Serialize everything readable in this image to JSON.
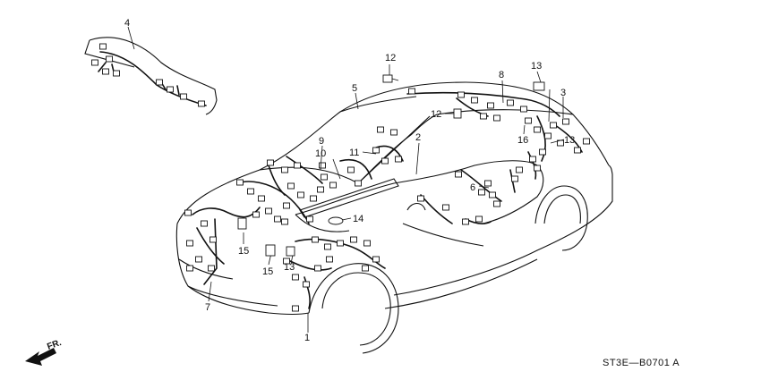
{
  "diagram": {
    "code": "ST3E—B0701 A",
    "direction": "FR.",
    "callouts": [
      {
        "id": "c1",
        "label": "1"
      },
      {
        "id": "c2",
        "label": "2"
      },
      {
        "id": "c3",
        "label": "3"
      },
      {
        "id": "c4",
        "label": "4"
      },
      {
        "id": "c5",
        "label": "5"
      },
      {
        "id": "c6",
        "label": "6"
      },
      {
        "id": "c7",
        "label": "7"
      },
      {
        "id": "c8",
        "label": "8"
      },
      {
        "id": "c9",
        "label": "9"
      },
      {
        "id": "c10",
        "label": "10"
      },
      {
        "id": "c11",
        "label": "11"
      },
      {
        "id": "c12a",
        "label": "12"
      },
      {
        "id": "c12b",
        "label": "12"
      },
      {
        "id": "c13a",
        "label": "13"
      },
      {
        "id": "c13b",
        "label": "13"
      },
      {
        "id": "c13c",
        "label": "13"
      },
      {
        "id": "c14",
        "label": "14"
      },
      {
        "id": "c15a",
        "label": "15"
      },
      {
        "id": "c15b",
        "label": "15"
      },
      {
        "id": "c16",
        "label": "16"
      }
    ]
  }
}
